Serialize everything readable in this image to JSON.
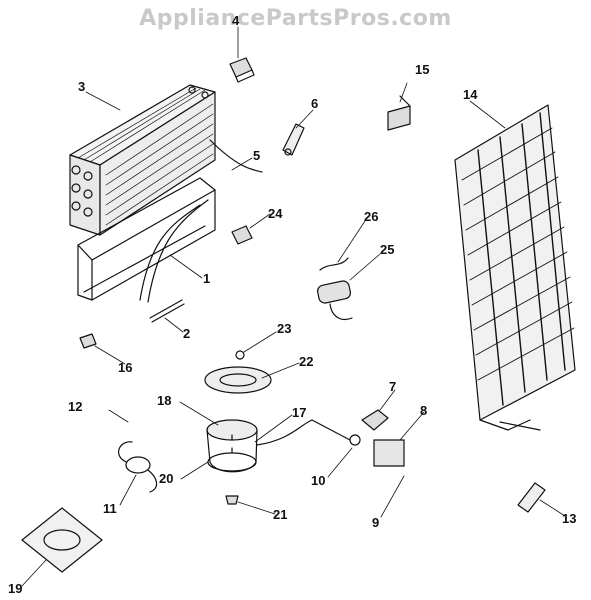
{
  "watermark": "AppliancePartsPros.com",
  "callouts": {
    "c1": "1",
    "c2": "2",
    "c3": "3",
    "c4": "4",
    "c5": "5",
    "c6": "6",
    "c7": "7",
    "c8": "8",
    "c9": "9",
    "c10": "10",
    "c11": "11",
    "c12": "12",
    "c13": "13",
    "c14": "14",
    "c15": "15",
    "c16": "16",
    "c17": "17",
    "c18": "18",
    "c19": "19",
    "c20": "20",
    "c21": "21",
    "c22": "22",
    "c23": "23",
    "c24": "24",
    "c25": "25",
    "c26": "26"
  },
  "colors": {
    "ink": "#111111",
    "watermark": "#c9c9c9",
    "background": "#ffffff"
  }
}
